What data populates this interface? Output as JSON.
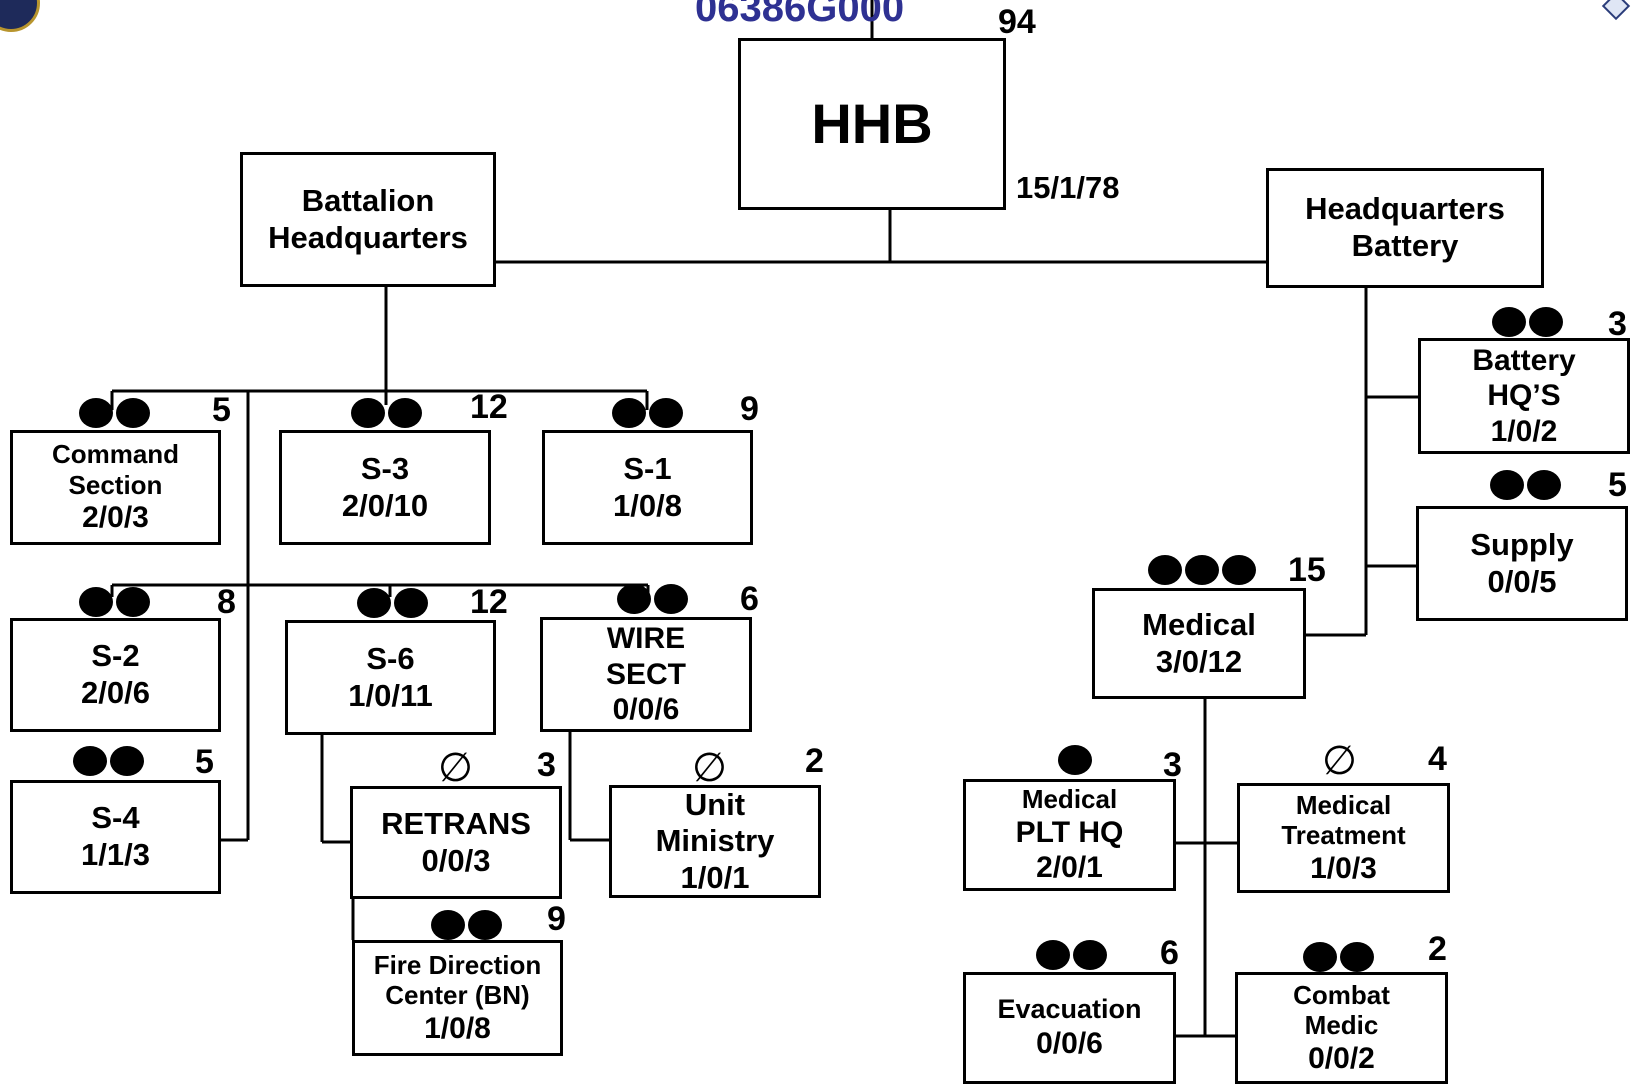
{
  "header": {
    "code": "06386G000"
  },
  "hhb": {
    "title": "HHB",
    "total": "94",
    "strength": "15/1/78"
  },
  "units": {
    "battalion_hq": {
      "lines": [
        "Battalion",
        "Headquarters"
      ]
    },
    "hq_battery": {
      "lines": [
        "Headquarters",
        "Battery"
      ]
    },
    "command_section": {
      "lines": [
        "Command",
        "Section",
        "2/0/3"
      ],
      "count": "5"
    },
    "s3": {
      "lines": [
        "S-3",
        "2/0/10"
      ],
      "count": "12"
    },
    "s1": {
      "lines": [
        "S-1",
        "1/0/8"
      ],
      "count": "9"
    },
    "s2": {
      "lines": [
        "S-2",
        "2/0/6"
      ],
      "count": "8"
    },
    "s6": {
      "lines": [
        "S-6",
        "1/0/11"
      ],
      "count": "12"
    },
    "wire_sect": {
      "lines": [
        "WIRE",
        "SECT",
        "0/0/6"
      ],
      "count": "6"
    },
    "s4": {
      "lines": [
        "S-4",
        "1/1/3"
      ],
      "count": "5"
    },
    "retrans": {
      "lines": [
        "RETRANS",
        "0/0/3"
      ],
      "count": "3"
    },
    "unit_ministry": {
      "lines": [
        "Unit",
        "Ministry",
        "1/0/1"
      ],
      "count": "2"
    },
    "fdc": {
      "lines": [
        "Fire Direction",
        "Center (BN)",
        "1/0/8"
      ],
      "count": "9"
    },
    "battery_hqs": {
      "lines": [
        "Battery",
        "HQ’S",
        "1/0/2"
      ],
      "count": "3"
    },
    "supply": {
      "lines": [
        "Supply",
        "0/0/5"
      ],
      "count": "5"
    },
    "medical": {
      "lines": [
        "Medical",
        "3/0/12"
      ],
      "count": "15"
    },
    "medical_plt_hq": {
      "lines": [
        "Medical",
        "PLT HQ",
        "2/0/1"
      ],
      "count": "3"
    },
    "medical_treatment": {
      "lines": [
        "Medical",
        "Treatment",
        "1/0/3"
      ],
      "count": "4"
    },
    "evacuation": {
      "lines": [
        "Evacuation",
        "0/0/6"
      ],
      "count": "6"
    },
    "combat_medic": {
      "lines": [
        "Combat",
        "Medic",
        "0/0/2"
      ],
      "count": "2"
    }
  },
  "symbols": {
    "null": "∅"
  },
  "colors": {
    "code_text": "#2e3192",
    "line": "#000000"
  }
}
